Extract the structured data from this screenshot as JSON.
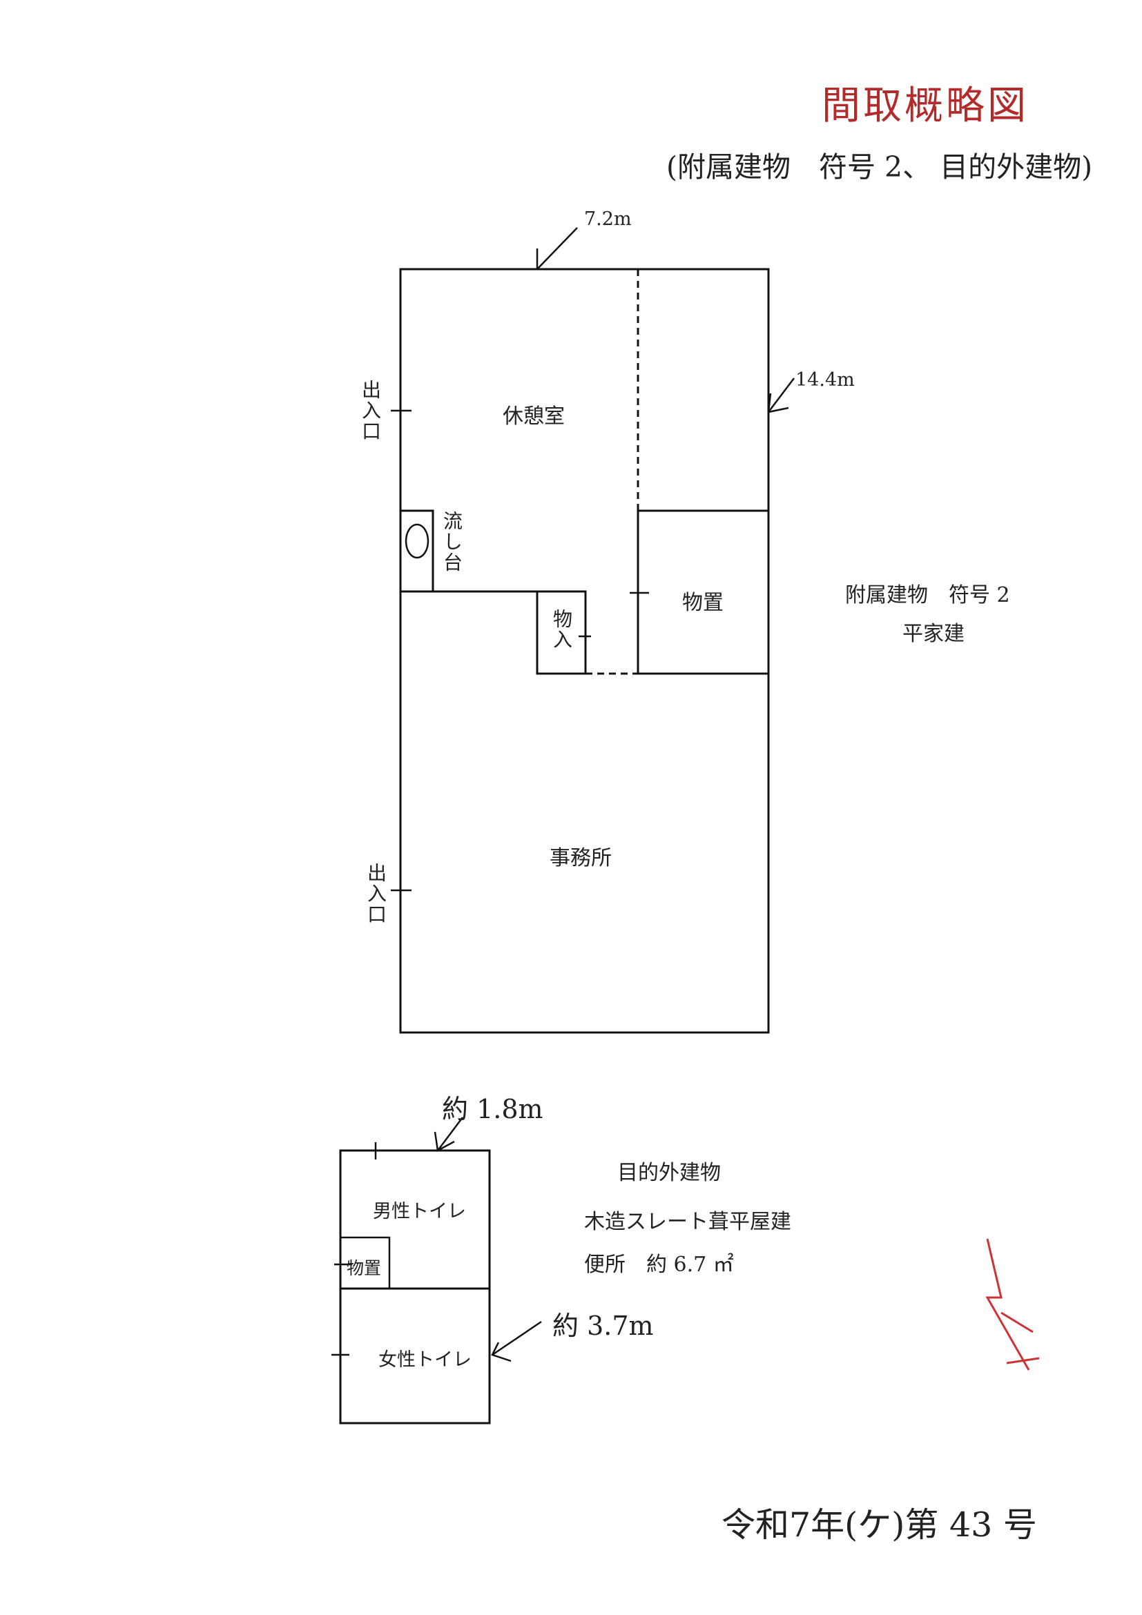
{
  "title": "間取概略図",
  "subtitle": "(附属建物　符号 2、 目的外建物)",
  "main_building": {
    "dim_width": "7.2m",
    "dim_depth": "14.4m",
    "rooms": {
      "rest_room": "休憩室",
      "sink": "流し台",
      "closet": "物入",
      "storage": "物置",
      "office": "事務所"
    },
    "entrance_top": "出入口",
    "entrance_bottom": "出入口",
    "description_line1": "附属建物　符号 2",
    "description_line2": "平家建"
  },
  "secondary_building": {
    "dim_width": "約 1.8m",
    "dim_depth": "約 3.7m",
    "rooms": {
      "mens_toilet": "男性トイレ",
      "storage": "物置",
      "womens_toilet": "女性トイレ"
    },
    "description_line1": "目的外建物",
    "description_line2": "木造スレート葺平屋建",
    "description_line3": "便所　約 6.7 ㎡"
  },
  "footer": "令和7年(ケ)第 43 号"
}
